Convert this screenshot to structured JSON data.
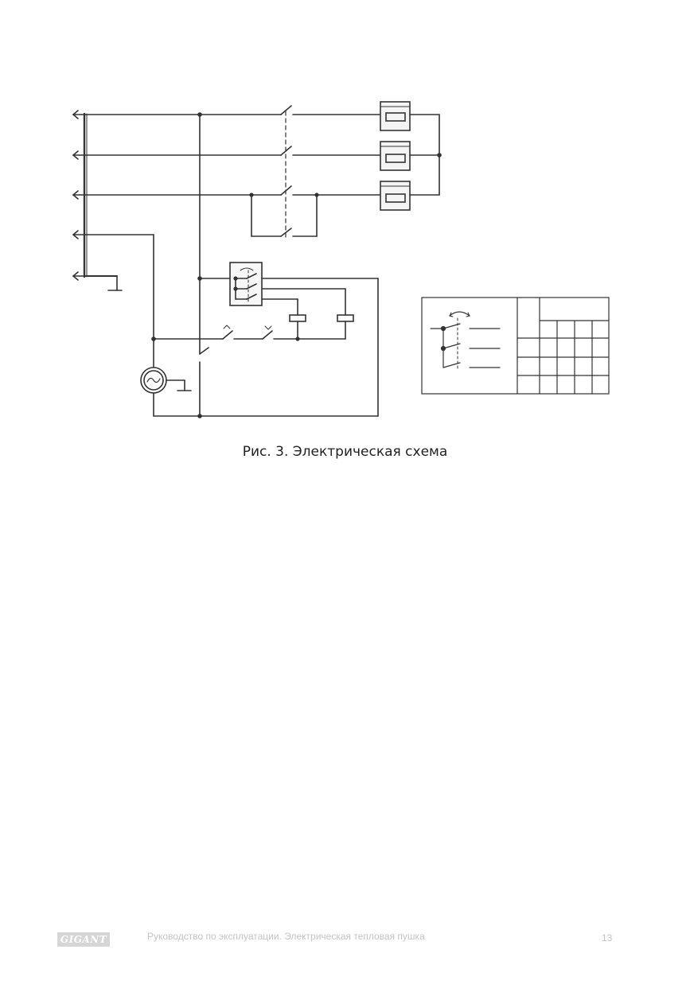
{
  "figure": {
    "caption": "Рис. 3. Электрическая схема"
  },
  "footer": {
    "logo": "GIGANT",
    "text": "Руководство по эксплуатации. Электрическая тепловая пушка",
    "page_number": "13"
  }
}
